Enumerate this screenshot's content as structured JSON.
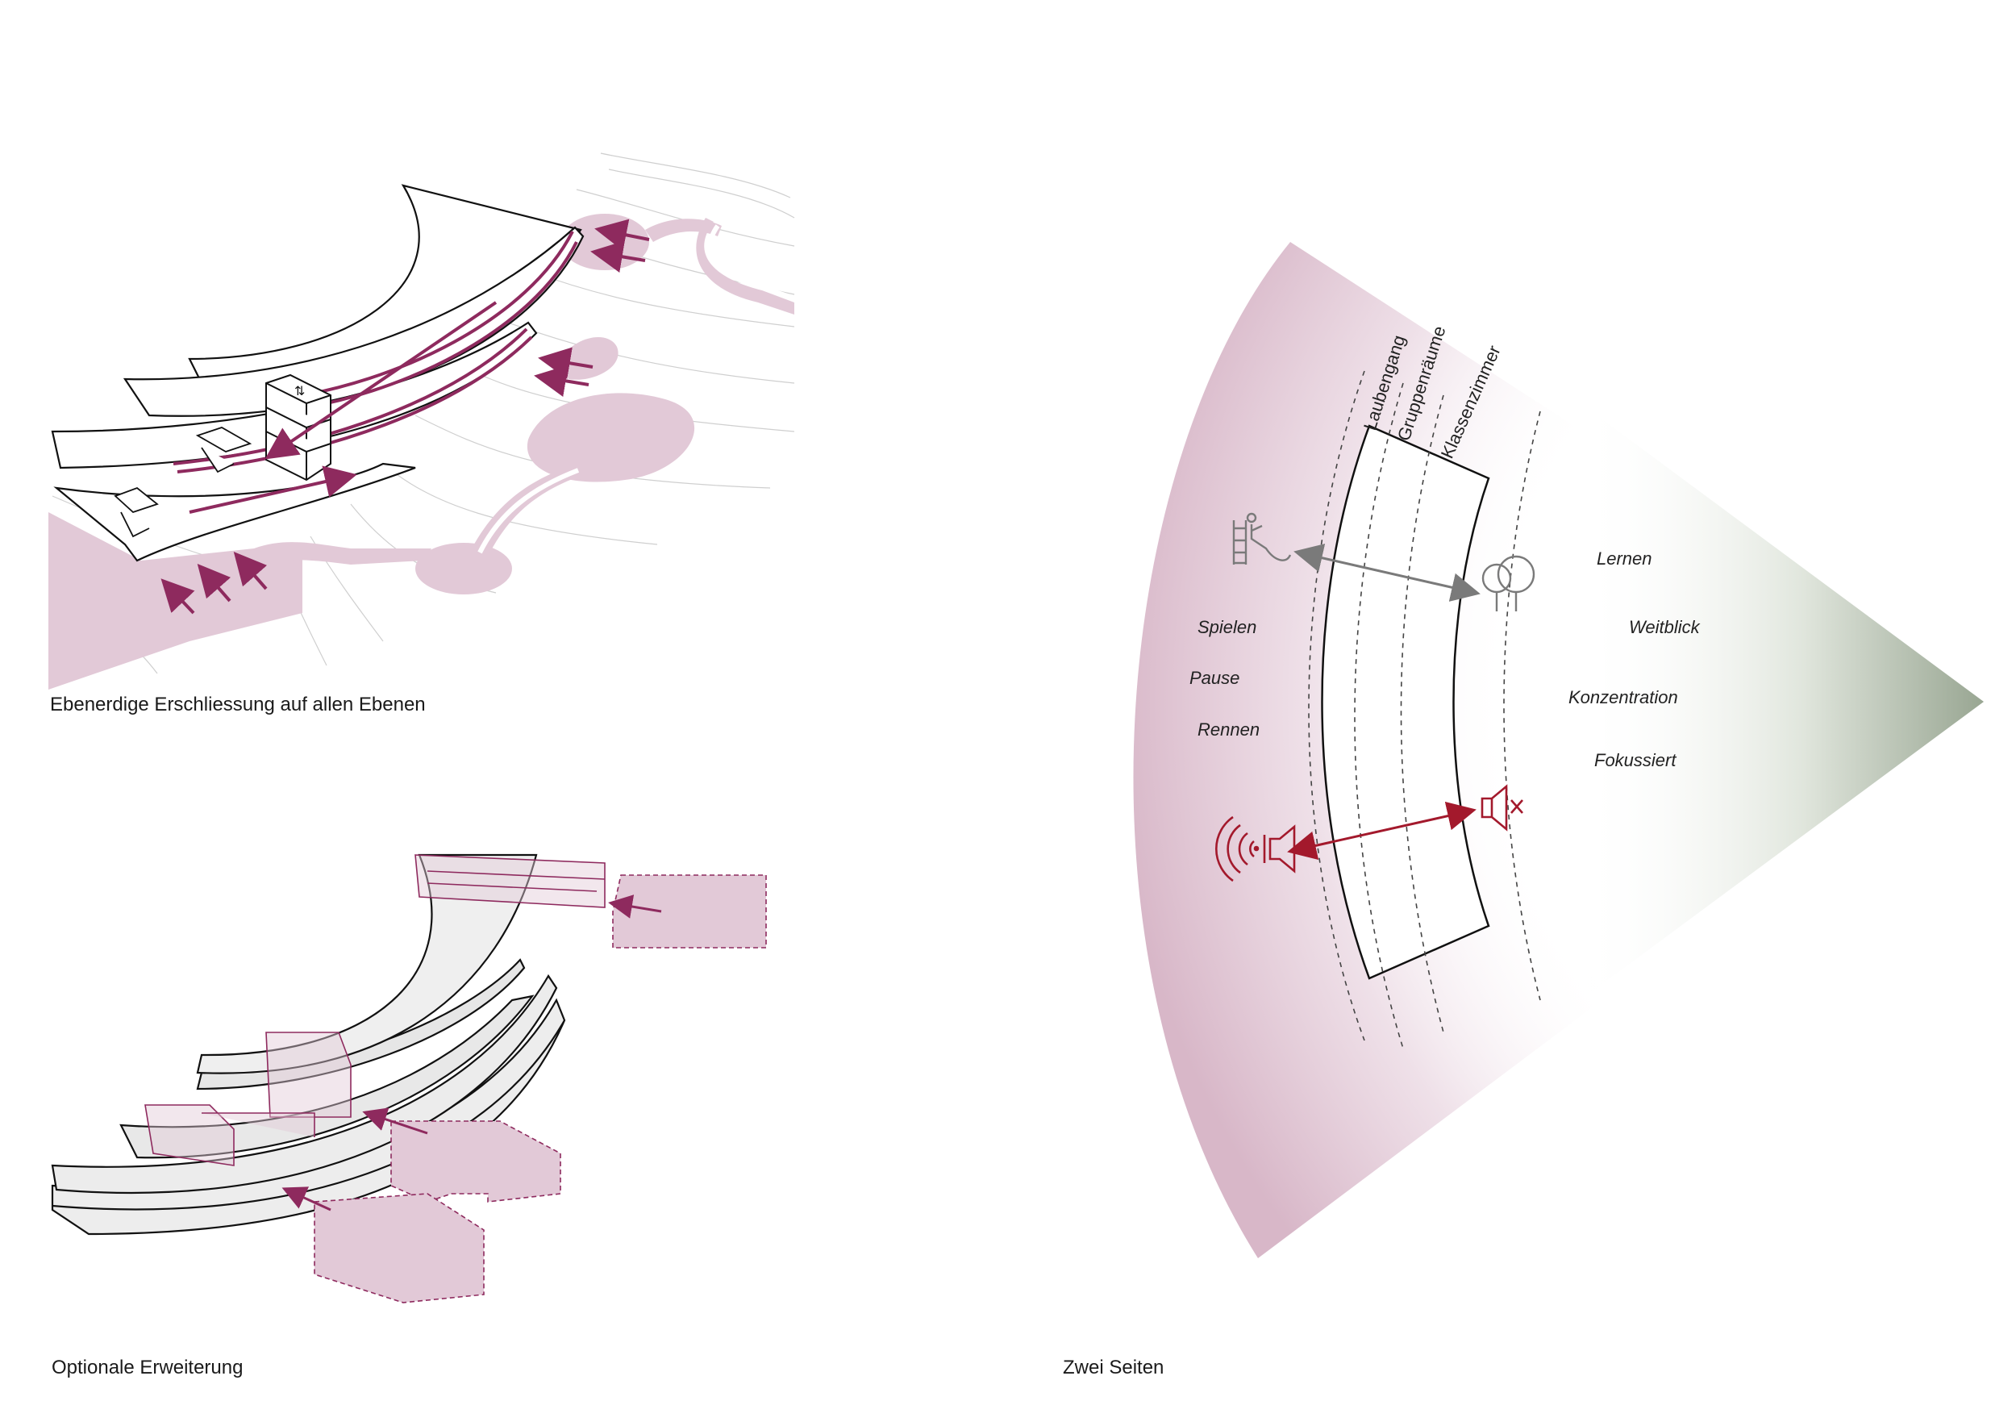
{
  "captions": {
    "access": "Ebenerdige Erschliessung auf allen Ebenen",
    "extension": "Optionale Erweiterung",
    "two_sides": "Zwei Seiten"
  },
  "zones": {
    "corridor": "Laubengang",
    "group_rooms": "Gruppenräume",
    "classrooms": "Klassenzimmer"
  },
  "left_side": [
    "Spielen",
    "Pause",
    "Rennen"
  ],
  "right_side": [
    "Lernen",
    "Weitblick",
    "Konzentration",
    "Fokussiert"
  ],
  "icons": {
    "play": "playground-slide-icon",
    "trees": "trees-icon",
    "sound_loud": "speaker-sound-icon",
    "sound_muted": "speaker-muted-icon"
  },
  "colors": {
    "accent": "#8e2a5e",
    "accent_light": "#e2c9d7",
    "sound_red": "#a3192c",
    "green": "#8d9c86",
    "grey_icon": "#7a7a7a"
  }
}
